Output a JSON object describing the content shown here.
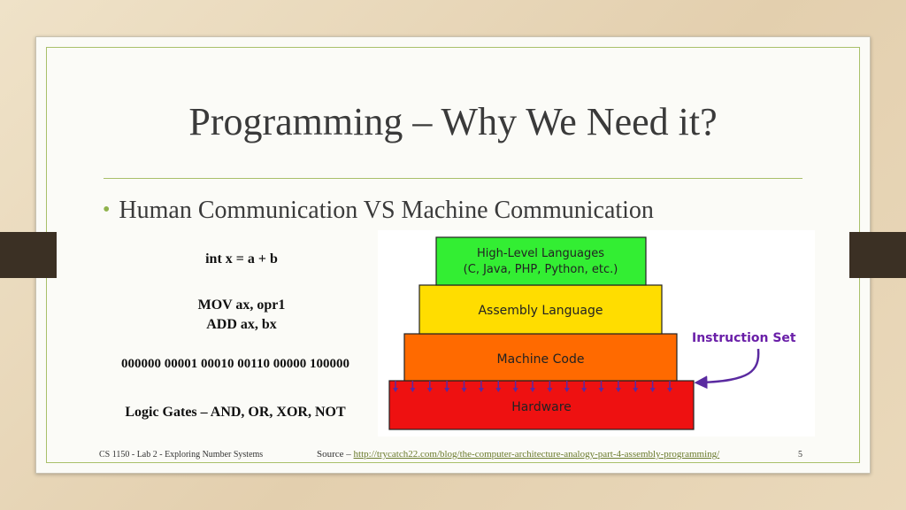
{
  "slide": {
    "title": "Programming – Why We Need it?",
    "bullet": "Human Communication VS Machine Communication",
    "code_lines": [
      "int x = a + b",
      "MOV ax, opr1",
      "ADD ax, bx",
      "000000 00001 00010 00110 00000 100000",
      "Logic Gates – AND, OR, XOR, NOT"
    ],
    "footer_left": "CS 1150 - Lab 2 - Exploring Number Systems",
    "source_label": "Source – ",
    "source_link": "http://trycatch22.com/blog/the-computer-architecture-analogy-part-4-assembly-programming/",
    "page_number": "5"
  },
  "diagram": {
    "layers": [
      {
        "line1": "High-Level Languages",
        "line2": "(C, Java, PHP, Python, etc.)",
        "color": "#33ee33"
      },
      {
        "line1": "Assembly Language",
        "color": "#ffdd00"
      },
      {
        "line1": "Machine Code",
        "color": "#ff6a00"
      },
      {
        "line1": "Hardware",
        "color": "#ee1111"
      }
    ],
    "callout": "Instruction Set",
    "callout_color": "#6a1fa8",
    "arrow_color": "#5a2aa0",
    "arrow_count": 17
  },
  "colors": {
    "accent": "#a9c06a",
    "bullet": "#8fb24b",
    "tab": "#3b3024",
    "text": "#3a3a3a"
  }
}
